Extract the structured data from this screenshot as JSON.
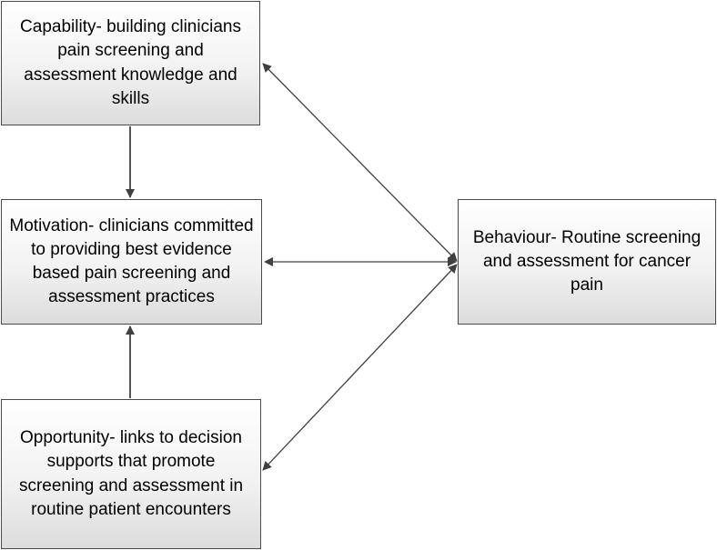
{
  "nodes": {
    "capability": "Capability- building clinicians pain screening and assessment knowledge and skills",
    "motivation": "Motivation- clinicians committed to providing best evidence based pain screening and assessment practices",
    "opportunity": "Opportunity- links to decision supports that promote screening and assessment in routine patient encounters",
    "behaviour": "Behaviour- Routine screening and assessment for cancer pain"
  },
  "edges": [
    {
      "from": "capability",
      "to": "motivation",
      "direction": "one-way"
    },
    {
      "from": "opportunity",
      "to": "motivation",
      "direction": "one-way"
    },
    {
      "from": "capability",
      "to": "behaviour",
      "direction": "two-way"
    },
    {
      "from": "motivation",
      "to": "behaviour",
      "direction": "two-way"
    },
    {
      "from": "opportunity",
      "to": "behaviour",
      "direction": "two-way"
    }
  ],
  "colors": {
    "line": "#404040",
    "border": "#4a4a4a",
    "box_fill_top": "#ffffff",
    "box_fill_bottom": "#dcdcdc"
  }
}
